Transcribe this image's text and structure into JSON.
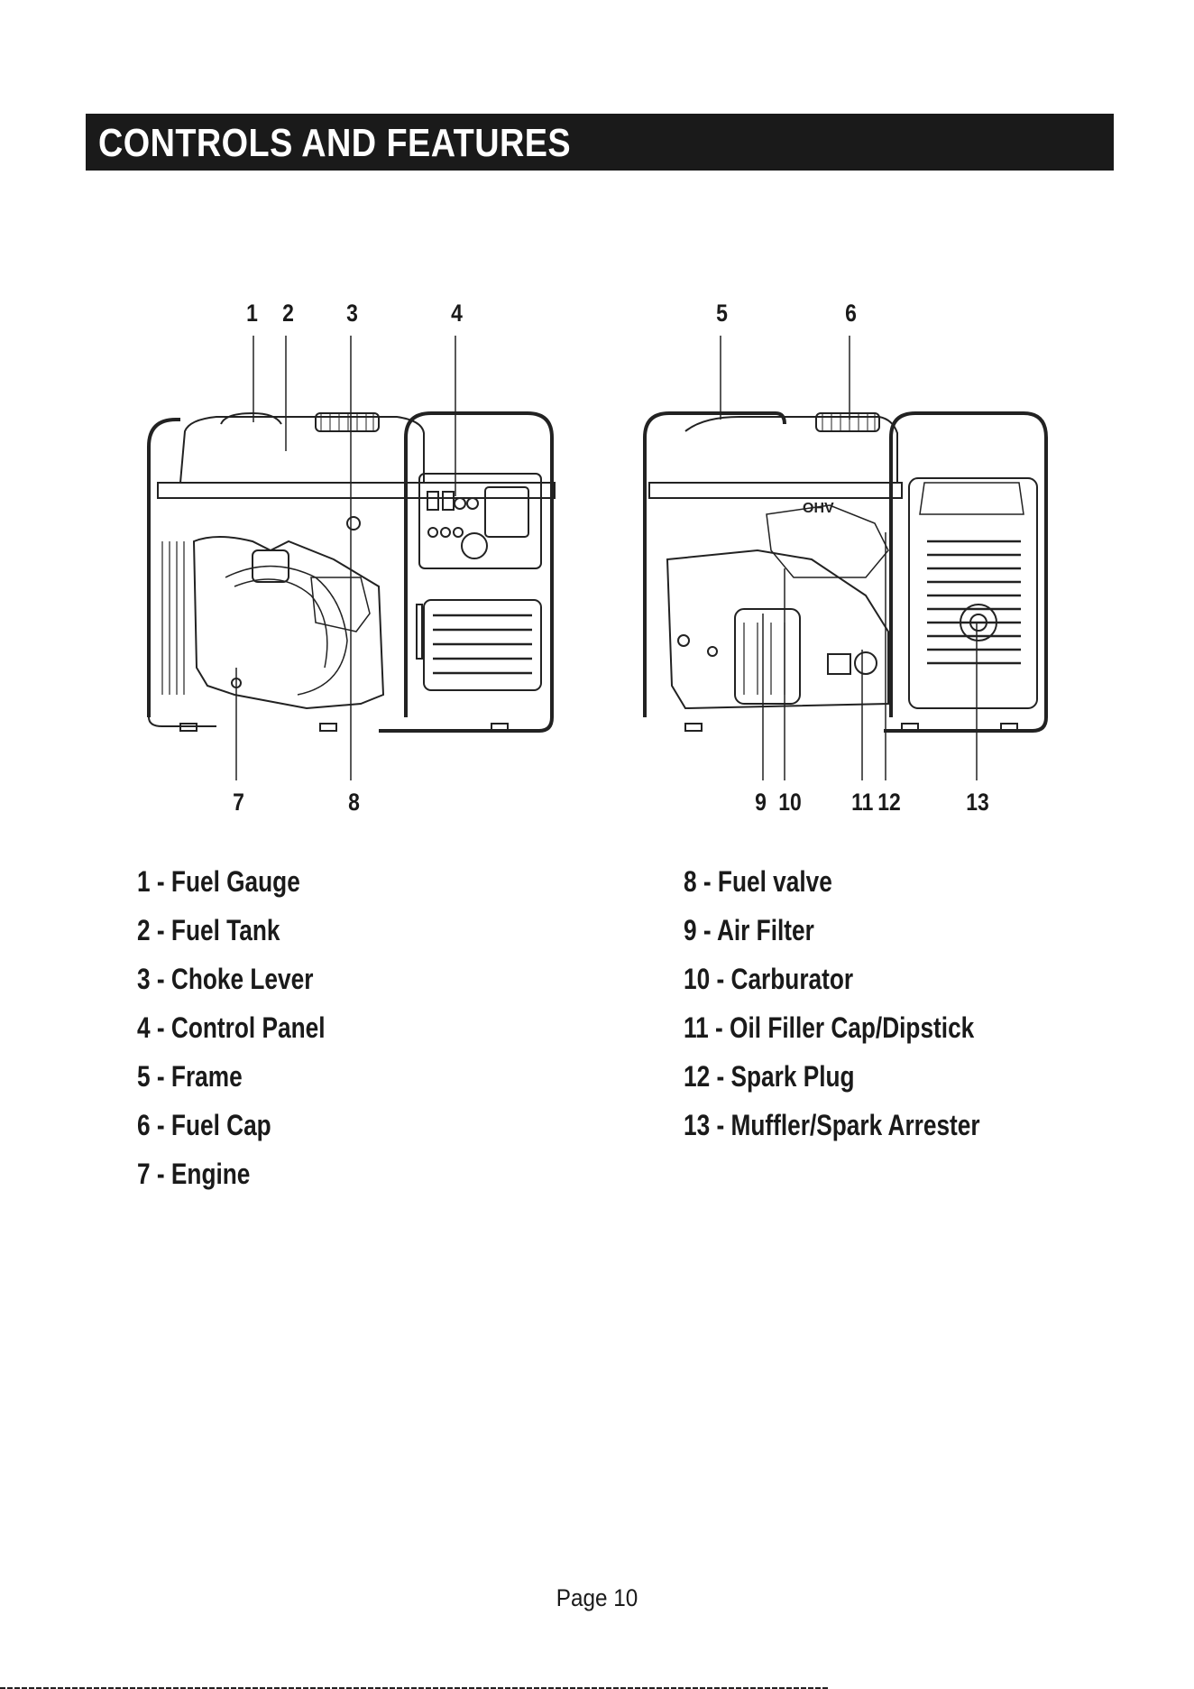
{
  "header": {
    "title": "CONTROLS AND FEATURES"
  },
  "diagram": {
    "callouts_top_left": [
      "1",
      "2",
      "3",
      "4"
    ],
    "callouts_top_right": [
      "5",
      "6"
    ],
    "callouts_bottom_left": [
      "7",
      "8"
    ],
    "callouts_bottom_right": [
      "9",
      "10",
      "11",
      "12",
      "13"
    ],
    "engine_badge": "OHV"
  },
  "legend": {
    "left": [
      "1 - Fuel Gauge",
      "2 - Fuel Tank",
      "3 - Choke Lever",
      "4 - Control Panel",
      "5 - Frame",
      "6 - Fuel Cap",
      "7 - Engine"
    ],
    "right": [
      "8 - Fuel valve",
      "9 - Air Filter",
      "10 - Carburator",
      "11 - Oil Filler Cap/Dipstick",
      "12 - Spark Plug",
      "13 - Muffler/Spark Arrester"
    ]
  },
  "footer": {
    "page": "Page 10"
  }
}
